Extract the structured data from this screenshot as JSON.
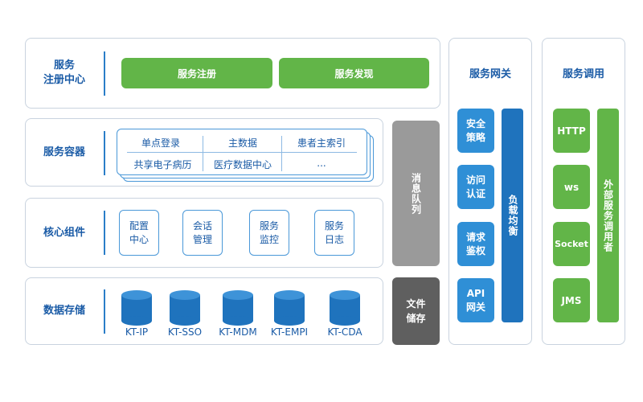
{
  "registry": {
    "title": "服务\n注册中心",
    "register": "服务注册",
    "discover": "服务发现"
  },
  "container": {
    "title": "服务容器",
    "row1": [
      "单点登录",
      "主数据",
      "患者主索引"
    ],
    "row2": [
      "共享电子病历",
      "医疗数据中心",
      "..."
    ]
  },
  "core": {
    "title": "核心组件",
    "items": [
      "配置\n中心",
      "会话\n管理",
      "服务\n监控",
      "服务\n日志"
    ]
  },
  "storage": {
    "title": "数据存储",
    "items": [
      "KT-IP",
      "KT-SSO",
      "KT-MDM",
      "KT-EMPI",
      "KT-CDA"
    ]
  },
  "mq": {
    "label": "消息队列"
  },
  "file": {
    "label": "文件\n储存"
  },
  "gateway": {
    "title": "服务网关",
    "items": [
      "安全\n策略",
      "访问\n认证",
      "请求\n鉴权",
      "API\n网关"
    ],
    "lb": "负载均衡"
  },
  "invoke": {
    "title": "服务调用",
    "items": [
      "HTTP",
      "ws",
      "Socket",
      "JMS"
    ],
    "caller": "外部服务调用者"
  },
  "colors": {
    "blue": "#1f73bd",
    "green": "#62b548",
    "grey_light": "#9a9a9a",
    "grey_dark": "#5f5f5f"
  }
}
